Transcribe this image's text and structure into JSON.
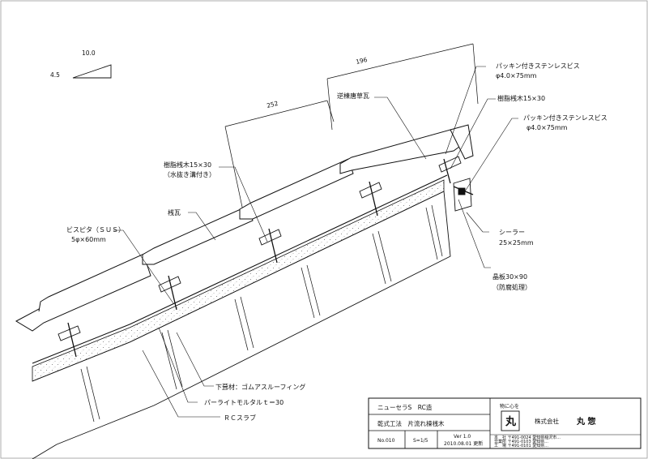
{
  "scale_triangle": {
    "run": "10.0",
    "rise": "4.5"
  },
  "dimensions": {
    "span_upper": "196",
    "span_lower": "252"
  },
  "labels": {
    "ridge_tile": "逆棟唐草瓦",
    "screw_top_1": "パッキン付きステンレスビス",
    "screw_top_1_size": "φ4.0×75mm",
    "resin_batten_top": "樹脂桟木15×30",
    "screw_top_2": "パッキン付きステンレスビス",
    "screw_top_2_size": "φ4.0×75mm",
    "resin_batten_left": "樹脂桟木15×30",
    "resin_batten_left_note": "（水抜き溝付き）",
    "batten_tile": "桟瓦",
    "screw_sus": "ビスピタ（ＳＵＳ）",
    "screw_sus_size": "5φ×60mm",
    "sealer": "シーラー",
    "sealer_size": "25×25mm",
    "board": "晶板30×90",
    "board_note": "（防腐処理）",
    "underlay": "下葺材：ゴムアスルーフィング",
    "mortar": "パーライトモルタルｔ＝30",
    "slab": "ＲＣスラブ"
  },
  "title_block": {
    "product": "ニューセラS　RC造",
    "method": "乾式工法　片流れ棟桟木",
    "number": "No.010",
    "scale": "S=1/5",
    "version": "Ver 1.0",
    "date": "2010.08.01 更新",
    "motto": "物に心を",
    "logo_char": "丸",
    "company": "株式会社",
    "company_name": "丸 惣",
    "fine_print": [
      "本　社 〒491-0024 愛知県稲沢市...",
      "営業所 〒491-0103 愛知県...",
      "工　場 〒491-0101 愛知県..."
    ]
  }
}
